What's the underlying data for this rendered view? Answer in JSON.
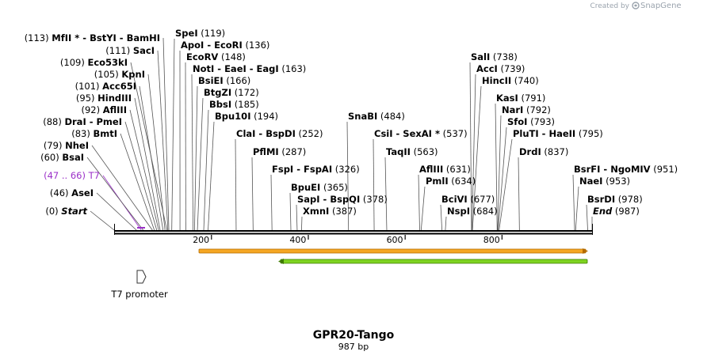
{
  "plasmid": {
    "name": "GPR20-Tango",
    "length_label": "987 bp",
    "length": 987
  },
  "brand": {
    "created_by": "Created by",
    "name": "SnapGene"
  },
  "scale": {
    "ticks": [
      200,
      400,
      600,
      800
    ]
  },
  "sites": [
    {
      "pos": "(0)",
      "name": "Start",
      "style": "it",
      "bp": 0,
      "side": "L"
    },
    {
      "pos": "(46)",
      "name": "AseI",
      "bp": 46,
      "side": "L"
    },
    {
      "pos": "(47 .. 66)",
      "name": "T7",
      "bp": 56,
      "side": "L",
      "color": "purple"
    },
    {
      "pos": "(60)",
      "name": "BsaI",
      "bp": 60,
      "side": "L"
    },
    {
      "pos": "(79)",
      "name": "NheI",
      "bp": 79,
      "side": "L"
    },
    {
      "pos": "(83)",
      "name": "BmtI",
      "bp": 83,
      "side": "L"
    },
    {
      "pos": "(88)",
      "name": "DraI  -  PmeI",
      "bp": 88,
      "side": "L"
    },
    {
      "pos": "(92)",
      "name": "AflIII",
      "bp": 92,
      "side": "L"
    },
    {
      "pos": "(95)",
      "name": "HindIII",
      "bp": 95,
      "side": "L"
    },
    {
      "pos": "(101)",
      "name": "Acc65I",
      "bp": 101,
      "side": "L"
    },
    {
      "pos": "(105)",
      "name": "KpnI",
      "bp": 105,
      "side": "L"
    },
    {
      "pos": "(109)",
      "name": "Eco53kI",
      "bp": 109,
      "side": "L"
    },
    {
      "pos": "(111)",
      "name": "SacI",
      "bp": 111,
      "side": "L"
    },
    {
      "pos": "(113)",
      "name": "MfII *  -  BstYI  -  BamHI",
      "bp": 113,
      "side": "L"
    },
    {
      "pos": "(119)",
      "name": "SpeI",
      "bp": 119,
      "side": "R"
    },
    {
      "pos": "(136)",
      "name": "ApoI  -  EcoRI",
      "bp": 136,
      "side": "R"
    },
    {
      "pos": "(148)",
      "name": "EcoRV",
      "bp": 148,
      "side": "R"
    },
    {
      "pos": "(163)",
      "name": "NotI  -  EaeI  -  EagI",
      "bp": 163,
      "side": "R"
    },
    {
      "pos": "(166)",
      "name": "BsiEI",
      "bp": 166,
      "side": "R"
    },
    {
      "pos": "(172)",
      "name": "BtgZI",
      "bp": 172,
      "side": "R"
    },
    {
      "pos": "(185)",
      "name": "BbsI",
      "bp": 185,
      "side": "R"
    },
    {
      "pos": "(194)",
      "name": "Bpu10I",
      "bp": 194,
      "side": "R"
    },
    {
      "pos": "(252)",
      "name": "ClaI  -  BspDI",
      "bp": 252,
      "side": "R"
    },
    {
      "pos": "(287)",
      "name": "PflMI",
      "bp": 287,
      "side": "R"
    },
    {
      "pos": "(326)",
      "name": "FspI  -  FspAI",
      "bp": 326,
      "side": "R"
    },
    {
      "pos": "(365)",
      "name": "BpuEI",
      "bp": 365,
      "side": "R"
    },
    {
      "pos": "(378)",
      "name": "SapI  -  BspQI",
      "bp": 378,
      "side": "R"
    },
    {
      "pos": "(387)",
      "name": "XmnI",
      "bp": 387,
      "side": "R"
    },
    {
      "pos": "(484)",
      "name": "SnaBI",
      "bp": 484,
      "side": "R"
    },
    {
      "pos": "(537)",
      "name": "CsiI  -  SexAI *",
      "bp": 537,
      "side": "R"
    },
    {
      "pos": "(563)",
      "name": "TaqII",
      "bp": 563,
      "side": "R"
    },
    {
      "pos": "(631)",
      "name": "AflIII",
      "bp": 631,
      "side": "R"
    },
    {
      "pos": "(634)",
      "name": "PmlI",
      "bp": 634,
      "side": "R"
    },
    {
      "pos": "(677)",
      "name": "BciVI",
      "bp": 677,
      "side": "R"
    },
    {
      "pos": "(684)",
      "name": "NspI",
      "bp": 684,
      "side": "R"
    },
    {
      "pos": "(738)",
      "name": "SalI",
      "bp": 738,
      "side": "R"
    },
    {
      "pos": "(739)",
      "name": "AccI",
      "bp": 739,
      "side": "R"
    },
    {
      "pos": "(740)",
      "name": "HincII",
      "bp": 740,
      "side": "R"
    },
    {
      "pos": "(791)",
      "name": "KasI",
      "bp": 791,
      "side": "R"
    },
    {
      "pos": "(792)",
      "name": "NarI",
      "bp": 792,
      "side": "R"
    },
    {
      "pos": "(793)",
      "name": "SfoI",
      "bp": 793,
      "side": "R"
    },
    {
      "pos": "(795)",
      "name": "PluTI  -  HaeII",
      "bp": 795,
      "side": "R"
    },
    {
      "pos": "(837)",
      "name": "DrdI",
      "bp": 837,
      "side": "R"
    },
    {
      "pos": "(951)",
      "name": "BsrFI  -  NgoMIV",
      "bp": 951,
      "side": "R"
    },
    {
      "pos": "(953)",
      "name": "NaeI",
      "bp": 953,
      "side": "R"
    },
    {
      "pos": "(978)",
      "name": "BsrDI",
      "bp": 978,
      "side": "R"
    },
    {
      "pos": "(987)",
      "name": "End",
      "style": "it",
      "bp": 987,
      "side": "R"
    }
  ],
  "features": [
    {
      "name": "T7 promoter",
      "colors": {
        "fill": "#ffffff",
        "stroke": "#333333"
      }
    },
    {
      "name": "",
      "colors": {
        "fill": "#f5a623",
        "stroke": "#b36b00"
      },
      "start": 170,
      "end": 980,
      "direction": "forward"
    },
    {
      "name": "",
      "colors": {
        "fill": "#7ed321",
        "stroke": "#3e7b00"
      },
      "start": 340,
      "end": 980,
      "direction": "reverse"
    }
  ]
}
